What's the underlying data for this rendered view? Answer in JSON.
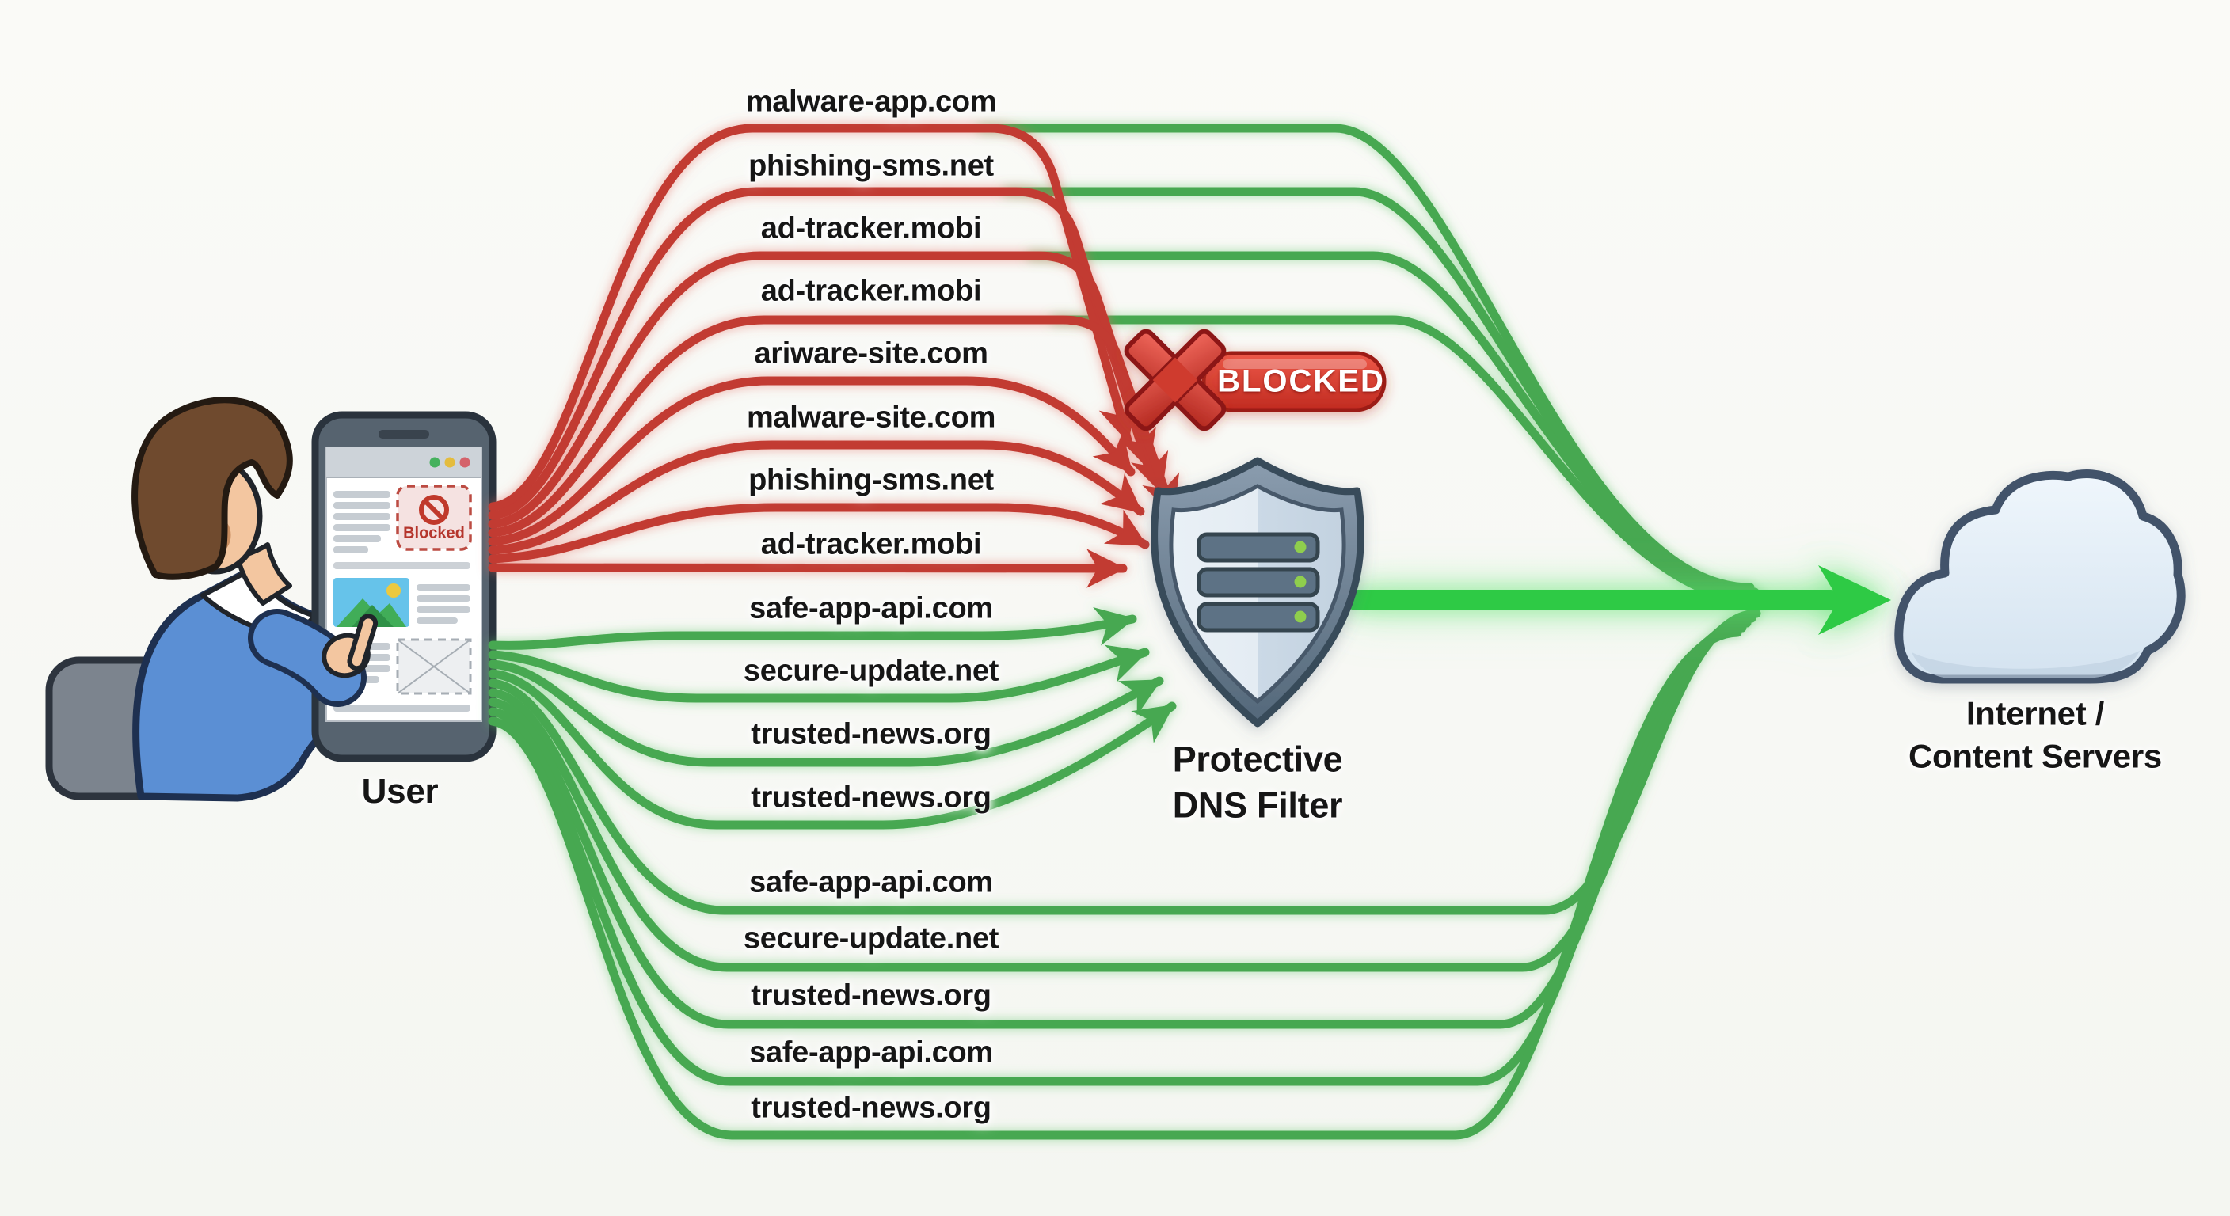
{
  "user": {
    "caption": "User"
  },
  "phone_screen": {
    "blocked_box_label": "Blocked"
  },
  "dns_filter": {
    "caption_line1": "Protective",
    "caption_line2": "DNS Filter",
    "blocked_banner": "BLOCKED"
  },
  "internet": {
    "caption_line1": "Internet /",
    "caption_line2": "Content Servers"
  },
  "requests": [
    {
      "domain": "malware-app.com",
      "status": "blocked"
    },
    {
      "domain": "phishing-sms.net",
      "status": "blocked"
    },
    {
      "domain": "ad-tracker.mobi",
      "status": "blocked"
    },
    {
      "domain": "ad-tracker.mobi",
      "status": "blocked"
    },
    {
      "domain": "ariware-site.com",
      "status": "blocked"
    },
    {
      "domain": "malware-site.com",
      "status": "blocked"
    },
    {
      "domain": "phishing-sms.net",
      "status": "blocked"
    },
    {
      "domain": "ad-tracker.mobi",
      "status": "blocked"
    },
    {
      "domain": "safe-app-api.com",
      "status": "allowed"
    },
    {
      "domain": "secure-update.net",
      "status": "allowed"
    },
    {
      "domain": "trusted-news.org",
      "status": "allowed"
    },
    {
      "domain": "trusted-news.org",
      "status": "allowed"
    },
    {
      "domain": "safe-app-api.com",
      "status": "allowed"
    },
    {
      "domain": "secure-update.net",
      "status": "allowed"
    },
    {
      "domain": "trusted-news.org",
      "status": "allowed"
    },
    {
      "domain": "safe-app-api.com",
      "status": "allowed"
    },
    {
      "domain": "trusted-news.org",
      "status": "allowed"
    }
  ],
  "icons": {
    "filter": "shield-icon",
    "filter_inner": "server-rack-icon",
    "destination": "cloud-icon",
    "blocked_mark": "x-mark-icon",
    "phone_blocked_mark": "no-entry-icon",
    "allowed_flow": "big-green-arrow-icon"
  },
  "colors": {
    "blocked_line": "#c23a31",
    "allowed_line": "#47a851",
    "allowed_arrow": "#2fca44",
    "banner_red": "#d63a2e",
    "shield_slate": "#5d7285",
    "led_green": "#8fce4e",
    "label_text": "#161616"
  }
}
